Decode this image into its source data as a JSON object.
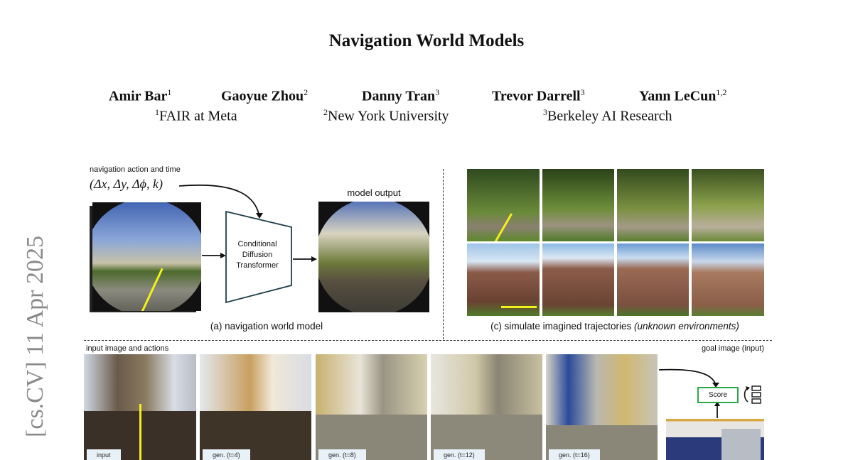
{
  "title": "Navigation World Models",
  "authors": [
    {
      "name": "Amir Bar",
      "sup": "1"
    },
    {
      "name": "Gaoyue Zhou",
      "sup": "2"
    },
    {
      "name": "Danny Tran",
      "sup": "3"
    },
    {
      "name": "Trevor Darrell",
      "sup": "3"
    },
    {
      "name": "Yann LeCun",
      "sup": "1,2"
    }
  ],
  "affiliations": [
    {
      "sup": "1",
      "name": "FAIR at Meta"
    },
    {
      "sup": "2",
      "name": "New York University"
    },
    {
      "sup": "3",
      "name": "Berkeley AI Research"
    }
  ],
  "arxiv_stamp": "[cs.CV]  11 Apr 2025",
  "figure": {
    "panel_a": {
      "action_label": "navigation action and time",
      "action_math": "(Δx, Δy, Δϕ, k)",
      "model_block": [
        "Conditional",
        "Diffusion",
        "Transformer"
      ],
      "output_label": "model output",
      "caption": "(a) navigation world model"
    },
    "panel_c": {
      "caption_main": "(c) simulate imagined trajectories ",
      "caption_italic": "(unknown environments)"
    },
    "panel_b": {
      "left_label": "input image and actions",
      "right_label": "goal image (input)",
      "frames": [
        "input",
        "gen. (t=4)",
        "gen. (t=8)",
        "gen. (t=12)",
        "gen. (t=16)"
      ],
      "score_label": "Score"
    }
  }
}
